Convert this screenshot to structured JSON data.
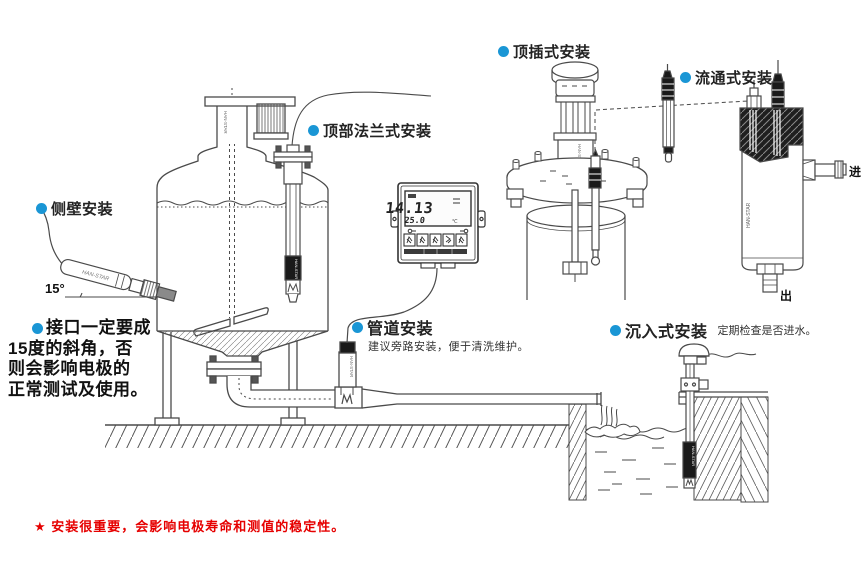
{
  "brand": "HAN-STAR",
  "colors": {
    "bullet_blue": "#1a96d5",
    "warning_red": "#e60000",
    "line": "#4a4a4a"
  },
  "installations": {
    "side_wall": {
      "label": "侧壁安装"
    },
    "top_flange": {
      "label": "顶部法兰式安装"
    },
    "top_insert": {
      "label": "顶插式安装"
    },
    "flow_through": {
      "label": "流通式安装",
      "inlet": "进",
      "outlet": "出"
    },
    "pipe": {
      "label": "管道安装",
      "note": "建议旁路安装，便于清洗维护。"
    },
    "submersion": {
      "label": "沉入式安装",
      "note": "定期检查是否进水。"
    }
  },
  "angle_note": {
    "angle": "15°",
    "lines": [
      "接口一定要成",
      "15度的斜角，否",
      "则会影响电极的",
      "正常测试及使用。"
    ]
  },
  "meter": {
    "main_reading": "14.13",
    "secondary_reading": "25.0",
    "secondary_unit": "℃"
  },
  "footer": {
    "warning": "★ 安装很重要，会影响电极寿命和测值的稳定性。"
  }
}
